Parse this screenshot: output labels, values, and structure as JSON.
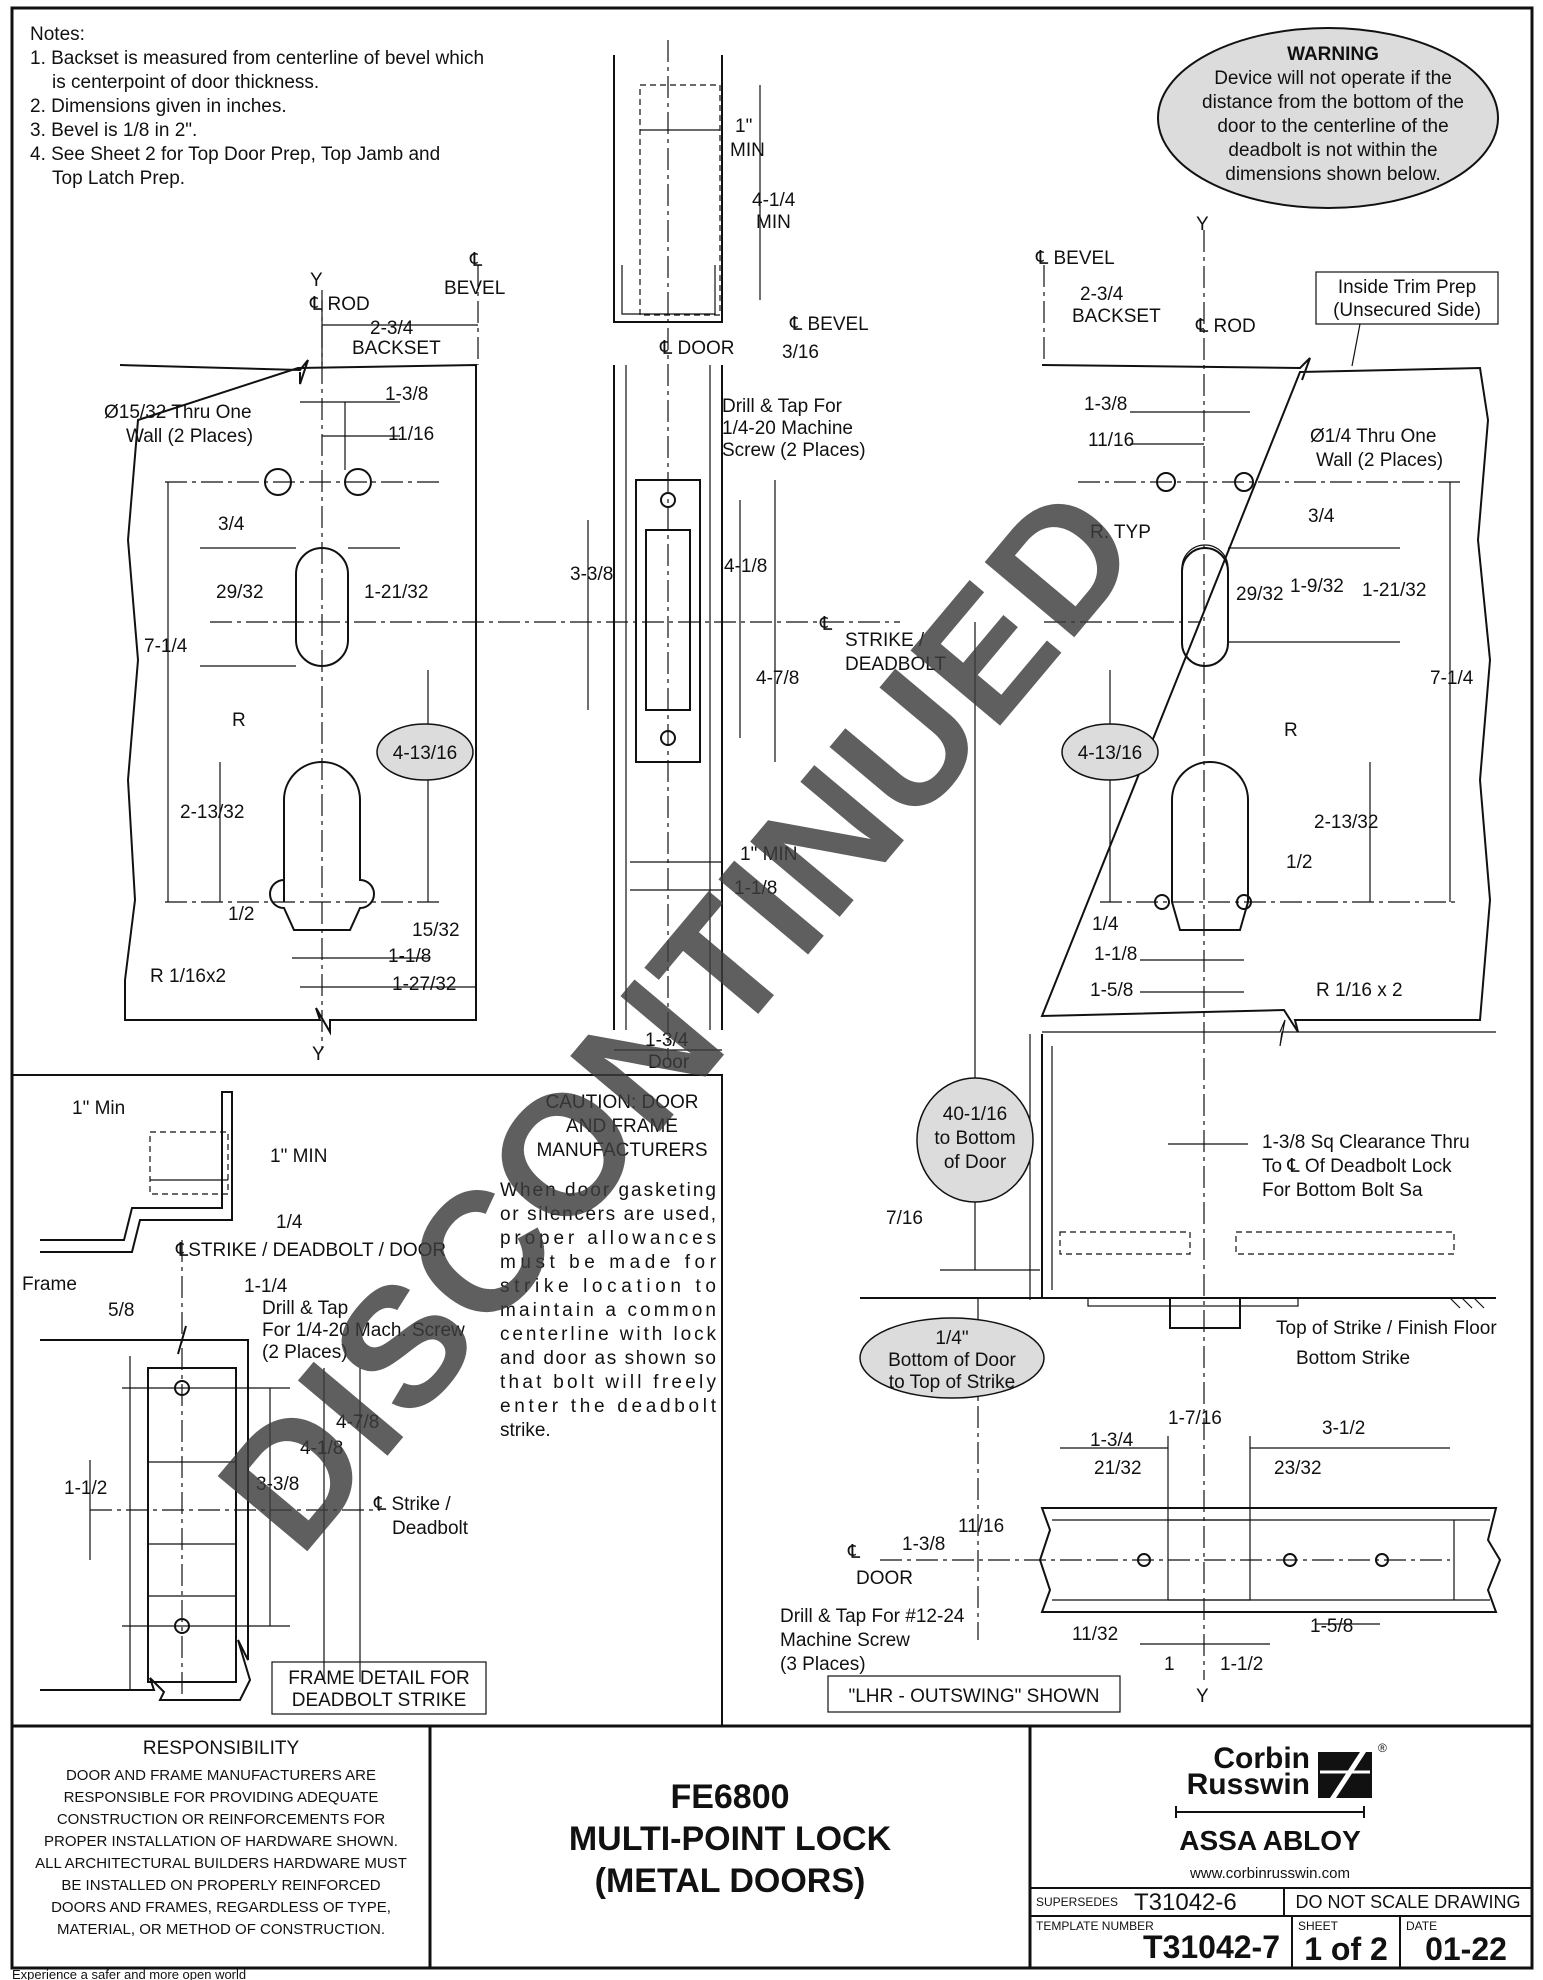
{
  "notes": {
    "heading": "Notes:",
    "lines": [
      "1. Backset is measured from centerline of bevel which",
      "is centerpoint of door thickness.",
      "2. Dimensions given in inches.",
      "3. Bevel is  1/8 in  2\".",
      "4. See Sheet 2 for Top Door Prep, Top Jamb and",
      "Top Latch Prep."
    ]
  },
  "warning": {
    "title": "WARNING",
    "lines": [
      "Device will not operate if the",
      "distance from the bottom of the",
      "door to the centerline of the",
      "deadbolt is not within the",
      "dimensions shown below."
    ]
  },
  "stamp": "DISCONTINUED",
  "left_view": {
    "y_top": "Y",
    "y_bottom": "Y",
    "cl_rod": "℄ ROD",
    "cl_bevel_sym": "℄",
    "bevel": "BEVEL",
    "backset_dim": "2-3/4",
    "backset": "BACKSET",
    "d_1_3_8": "1-3/8",
    "d_11_16": "11/16",
    "hole_label_1": "Ø15/32 Thru One",
    "hole_label_2": "Wall (2 Places)",
    "d_3_4": "3/4",
    "d_29_32": "29/32",
    "d_1_21_32": "1-21/32",
    "d_7_1_4": "7-1/4",
    "d_4_13_16": "4-13/16",
    "r": "R",
    "d_2_13_32": "2-13/32",
    "d_1_2": "1/2",
    "d_15_32": "15/32",
    "d_1_1_8": "1-1/8",
    "r_1_16x2": "R 1/16x2",
    "d_1_27_32": "1-27/32"
  },
  "middle_view": {
    "d_1_min": "1\"",
    "min": "MIN",
    "d_4_1_4": "4-1/4",
    "min2": "MIN",
    "cl_bevel": "℄ BEVEL",
    "cl_door": "℄ DOOR",
    "d_3_16": "3/16",
    "drill_1": "Drill & Tap For",
    "drill_2": "1/4-20 Machine",
    "drill_3": "Screw (2 Places)",
    "d_3_3_8": "3-3/8",
    "d_4_1_8": "4-1/8",
    "d_4_7_8": "4-7/8",
    "d_1_min_b": "1\" MIN",
    "d_1_1_8": "1-1/8",
    "d_1_3_4": "1-3/4",
    "door": "Door",
    "cl_strike": "℄",
    "strike_1": "STRIKE /",
    "strike_2": "DEADBOLT"
  },
  "right_view": {
    "y_top": "Y",
    "y_bottom": "Y",
    "cl_bevel": "℄ BEVEL",
    "backset_dim": "2-3/4",
    "backset": "BACKSET",
    "cl_rod": "℄ ROD",
    "trim_1": "Inside Trim Prep",
    "trim_2": "(Unsecured Side)",
    "d_1_3_8": "1-3/8",
    "d_11_16": "11/16",
    "hole_1": "Ø1/4 Thru One",
    "hole_2": "Wall (2 Places)",
    "d_3_4": "3/4",
    "r_typ": "R. TYP",
    "d_29_32": "29/32",
    "d_1_9_32": "1-9/32",
    "d_1_21_32": "1-21/32",
    "d_7_1_4": "7-1/4",
    "d_4_13_16": "4-13/16",
    "r": "R",
    "d_2_13_32": "2-13/32",
    "d_1_2": "1/2",
    "d_1_4": "1/4",
    "d_1_1_8": "1-1/8",
    "d_1_5_8": "1-5/8",
    "r_1_16x2": "R 1/16 x 2",
    "bottom_1": "40-1/16",
    "bottom_2": "to Bottom",
    "bottom_3": "of Door",
    "clear_1": "1-3/8 Sq Clearance Thru",
    "clear_2": "To ℄ Of Deadbolt Lock",
    "clear_3": "For Bottom Bolt Sa",
    "d_7_16": "7/16",
    "top_strike": "Top of Strike / Finish Floor",
    "bottom_strike": "Bottom Strike",
    "qtr_1": "1/4\"",
    "qtr_2": "Bottom of Door",
    "qtr_3": "to Top of Strike"
  },
  "strike_plan": {
    "d_1_7_16": "1-7/16",
    "d_1_3_4": "1-3/4",
    "d_3_1_2": "3-1/2",
    "d_21_32": "21/32",
    "d_23_32": "23/32",
    "d_11_16": "11/16",
    "d_1_3_8": "1-3/8",
    "cl": "℄",
    "door": "DOOR",
    "drill_1": "Drill & Tap For #12-24",
    "drill_2": "Machine Screw",
    "drill_3": "(3 Places)",
    "d_11_32": "11/32",
    "d_1_5_8": "1-5/8",
    "d_1": "1",
    "d_1_1_2": "1-1/2",
    "shown": "\"LHR - OUTSWING\" SHOWN",
    "y": "Y"
  },
  "frame_detail": {
    "d_1_min": "1\" Min",
    "d_1_min_b": "1\" MIN",
    "d_1_4": "1/4",
    "cl_line": "℄STRIKE / DEADBOLT / DOOR",
    "frame": "Frame",
    "d_1_1_4": "1-1/4",
    "d_5_8": "5/8",
    "drill_1": "Drill & Tap",
    "drill_2": "For 1/4-20 Mach. Screw",
    "drill_3": "(2 Places)",
    "d_4_7_8": "4-7/8",
    "d_4_1_8": "4-1/8",
    "d_3_3_8": "3-3/8",
    "d_1_1_2": "1-1/2",
    "cl_strike_1": "℄ Strike /",
    "cl_strike_2": "Deadbolt",
    "title_1": "FRAME DETAIL FOR",
    "title_2": "DEADBOLT STRIKE"
  },
  "caution": {
    "title_1": "CAUTION: DOOR",
    "title_2": "AND FRAME",
    "title_3": "MANUFACTURERS",
    "lines": [
      "When door gasketing",
      "or silencers are used,",
      "proper allowances",
      "must be made for",
      "strike location to",
      "maintain a common",
      "centerline with lock",
      "and door as shown so",
      "that bolt will freely",
      "enter the deadbolt",
      "strike."
    ]
  },
  "responsibility": {
    "title": "RESPONSIBILITY",
    "lines": [
      "DOOR AND FRAME MANUFACTURERS ARE",
      "RESPONSIBLE FOR PROVIDING ADEQUATE",
      "CONSTRUCTION OR REINFORCEMENTS FOR",
      "PROPER INSTALLATION OF HARDWARE SHOWN.",
      "ALL ARCHITECTURAL BUILDERS HARDWARE MUST",
      "BE INSTALLED ON PROPERLY REINFORCED",
      "DOORS AND FRAMES, REGARDLESS OF TYPE,",
      "MATERIAL, OR METHOD OF CONSTRUCTION."
    ]
  },
  "product": {
    "line1": "FE6800",
    "line2": "MULTI-POINT LOCK",
    "line3": "(METAL DOORS)"
  },
  "brand": {
    "corbin": "Corbin",
    "russwin": "Russwin",
    "reg": "®",
    "assa": "ASSA ABLOY",
    "url": "www.corbinrusswin.com"
  },
  "title_block": {
    "supersedes_label": "SUPERSEDES",
    "supersedes": "T31042-6",
    "do_not_scale": "DO NOT SCALE DRAWING",
    "template_label": "TEMPLATE NUMBER",
    "template": "T31042-7",
    "sheet_label": "SHEET",
    "sheet": "1 of 2",
    "date_label": "DATE",
    "date": "01-22"
  },
  "footer": "Experience a safer and more open world"
}
